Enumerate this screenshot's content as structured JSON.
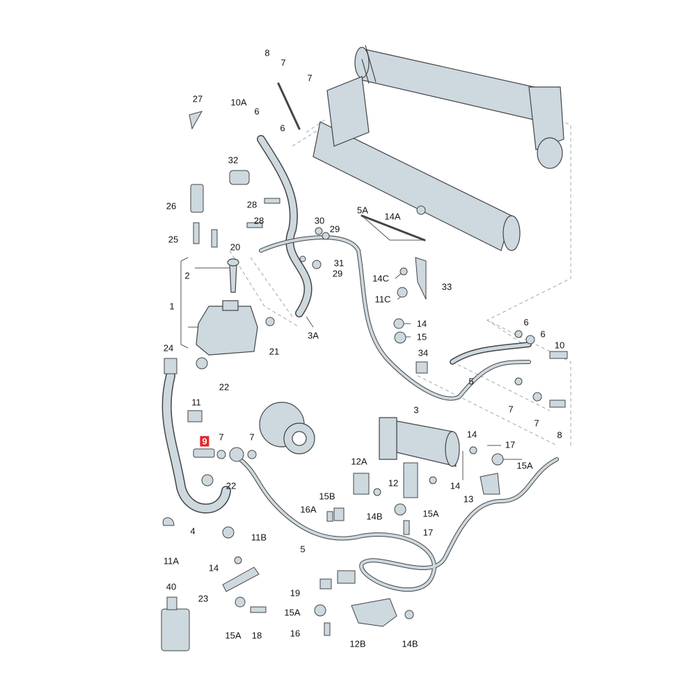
{
  "diagram": {
    "title": "Power steering hydraulic system exploded parts diagram",
    "highlight_color": "#e3262b",
    "part_color": "#cdd8df",
    "labels": [
      "8",
      "7",
      "7",
      "27",
      "10A",
      "6",
      "6",
      "32",
      "26",
      "28",
      "5A",
      "14A",
      "28",
      "30",
      "29",
      "25",
      "20",
      "31",
      "29",
      "2",
      "14C",
      "33",
      "11C",
      "1",
      "14",
      "6",
      "3A",
      "15",
      "6",
      "10",
      "24",
      "21",
      "34",
      "5",
      "22",
      "3",
      "7",
      "11",
      "7",
      "8",
      "9",
      "7",
      "7",
      "14",
      "17",
      "12A",
      "15A",
      "12",
      "14",
      "22",
      "15B",
      "13",
      "16A",
      "15A",
      "14B",
      "4",
      "17",
      "11B",
      "5",
      "11A",
      "14",
      "40",
      "19",
      "23",
      "15A",
      "15A",
      "18",
      "16",
      "12B",
      "14B"
    ],
    "highlighted_label": "9"
  }
}
